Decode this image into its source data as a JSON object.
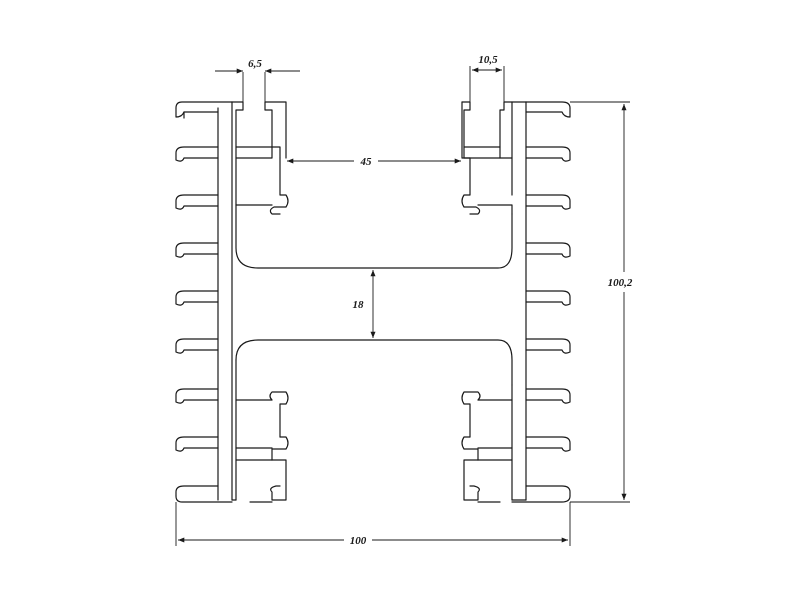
{
  "dimensions": {
    "top_left_slot_width": "6,5",
    "top_right_slot_width": "10,5",
    "inner_gap_width": "45",
    "center_web_height": "18",
    "overall_height": "100,2",
    "overall_width": "100"
  }
}
